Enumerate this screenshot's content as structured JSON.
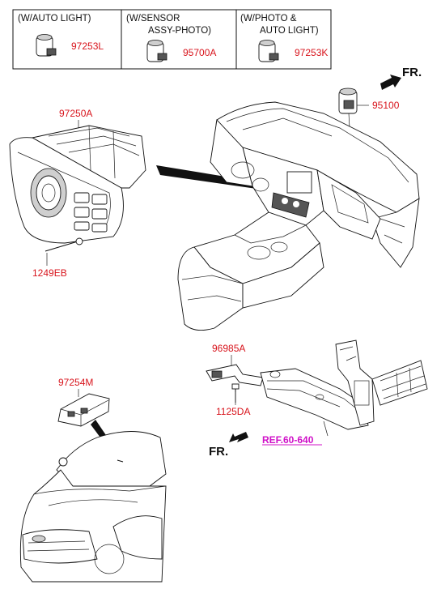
{
  "legend_table": {
    "columns": [
      {
        "header_line1": "(W/AUTO LIGHT)",
        "header_line2": "",
        "part_number": "97253L"
      },
      {
        "header_line1": "(W/SENSOR",
        "header_line2": "ASSY-PHOTO)",
        "part_number": "95700A"
      },
      {
        "header_line1": "(W/PHOTO &",
        "header_line2": "AUTO LIGHT)",
        "part_number": "97253K"
      }
    ]
  },
  "callouts": {
    "heater_control": "97250A",
    "screw": "1249EB",
    "sensor_dash": "95100",
    "sensor_windshield": "97254M",
    "bracket": "96985A",
    "bolt": "1125DA"
  },
  "front_labels": {
    "top": "FR.",
    "bottom": "FR."
  },
  "reference": "REF.60-640",
  "colors": {
    "part_number": "#d8141c",
    "reference": "#d010c8",
    "line": "#111111"
  }
}
